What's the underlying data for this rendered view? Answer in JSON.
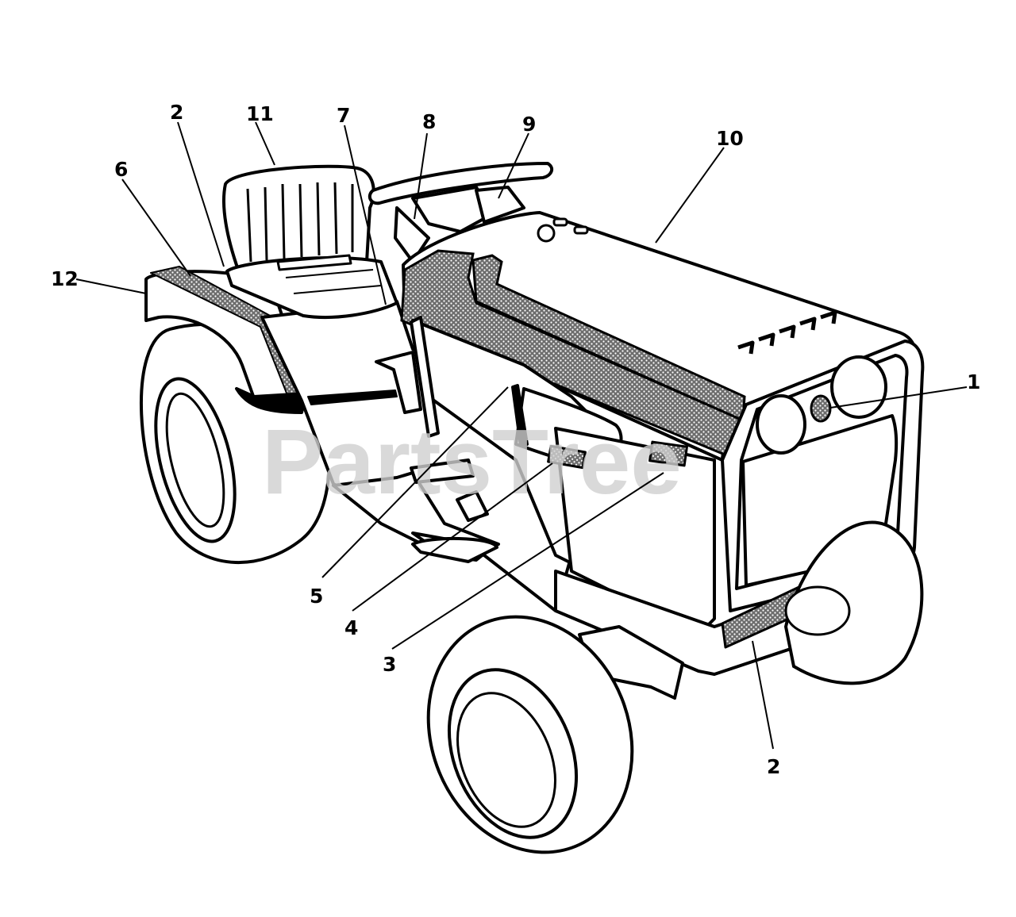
{
  "callouts": {
    "c12": "12",
    "c6": "6",
    "c2_top": "2",
    "c11": "11",
    "c7": "7",
    "c8": "8",
    "c9": "9",
    "c10": "10",
    "c1": "1",
    "c5": "5",
    "c4": "4",
    "c3": "3",
    "c2_bottom": "2"
  },
  "watermark": "PartsTree"
}
